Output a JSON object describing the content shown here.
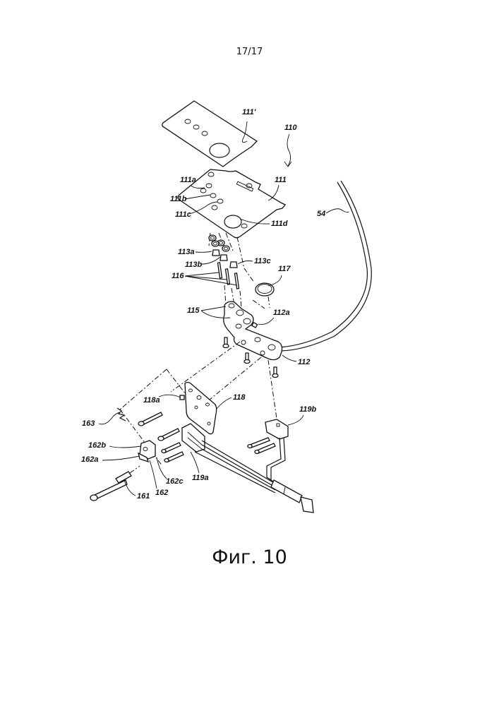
{
  "page": {
    "page_number": "17/17",
    "figure_caption": "Фиг. 10"
  },
  "labels": {
    "l110": "110",
    "l111p": "111'",
    "l111": "111",
    "l111a": "111a",
    "l111b": "111b",
    "l111c": "111c",
    "l111d": "111d",
    "l54": "54",
    "l113a": "113a",
    "l113b": "113b",
    "l113c": "113c",
    "l116": "116",
    "l117": "117",
    "l115": "115",
    "l112a": "112a",
    "l112": "112",
    "l118a": "118a",
    "l118": "118",
    "l119b": "119b",
    "l163": "163",
    "l162b": "162b",
    "l162a": "162a",
    "l162c": "162c",
    "l162": "162",
    "l161": "161",
    "l119a": "119a"
  }
}
